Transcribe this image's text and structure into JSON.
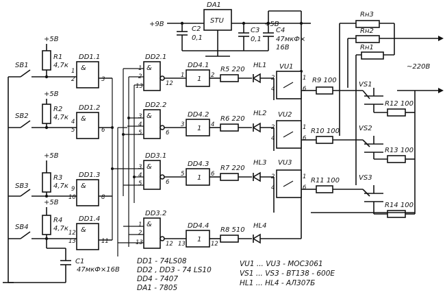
{
  "regulator": {
    "ref": "DA1",
    "type": "STU",
    "vin": "+9B",
    "vout": "+5B"
  },
  "caps": {
    "c1": {
      "ref": "C1",
      "value": "47мкФ×16В"
    },
    "c2": {
      "ref": "C2",
      "value": "0,1"
    },
    "c3": {
      "ref": "C3",
      "value": "0,1"
    },
    "c4": {
      "ref": "C4",
      "value1": "47мкФ×",
      "value2": "16В"
    }
  },
  "supply": "+5B",
  "switches": [
    "SB1",
    "SB2",
    "SB3",
    "SB4"
  ],
  "pullups": [
    {
      "ref": "R1",
      "value": "4,7к"
    },
    {
      "ref": "R2",
      "value": "4,7к"
    },
    {
      "ref": "R3",
      "value": "4,7к"
    },
    {
      "ref": "R4",
      "value": "4,7к"
    }
  ],
  "dd1": [
    {
      "ref": "DD1.1",
      "sym": "&",
      "pins": [
        "1",
        "2",
        "3"
      ]
    },
    {
      "ref": "DD1.2",
      "sym": "&",
      "pins": [
        "4",
        "5",
        "6"
      ]
    },
    {
      "ref": "DD1.3",
      "sym": "&",
      "pins": [
        "9",
        "10",
        "8"
      ]
    },
    {
      "ref": "DD1.4",
      "sym": "&",
      "pins": [
        "12",
        "13",
        "11"
      ]
    }
  ],
  "dd2": [
    {
      "ref": "DD2.1",
      "sym": "&",
      "pins": [
        "1",
        "2",
        "13",
        "12"
      ]
    },
    {
      "ref": "DD2.2",
      "sym": "&",
      "pins": [
        "3",
        "4",
        "5",
        "6"
      ]
    },
    {
      "ref": "DD3.1",
      "sym": "&",
      "pins": [
        "3",
        "4",
        "5",
        "6"
      ]
    },
    {
      "ref": "DD3.2",
      "sym": "&",
      "pins": [
        "1",
        "2",
        "13",
        "12"
      ]
    }
  ],
  "dd4": [
    {
      "ref": "DD4.1",
      "sym": "1",
      "pins": [
        "1",
        "2"
      ]
    },
    {
      "ref": "DD4.2",
      "sym": "1",
      "pins": [
        "3",
        "4"
      ]
    },
    {
      "ref": "DD4.3",
      "sym": "1",
      "pins": [
        "5",
        "6"
      ]
    },
    {
      "ref": "DD4.4",
      "sym": "1",
      "pins": [
        "13",
        "12"
      ]
    }
  ],
  "series_resistors": [
    "R5 220",
    "R6 220",
    "R7 220",
    "R8 510"
  ],
  "leds": [
    "HL1",
    "HL2",
    "HL3",
    "HL4"
  ],
  "optos": [
    {
      "ref": "VU1",
      "pins": [
        "2",
        "4",
        "1",
        "6"
      ]
    },
    {
      "ref": "VU2",
      "pins": [
        "2",
        "4",
        "1",
        "6"
      ]
    },
    {
      "ref": "VU3",
      "pins": [
        "2",
        "4",
        "1",
        "6"
      ]
    }
  ],
  "gate_resistors": [
    "R9 100",
    "R10 100",
    "R11 100"
  ],
  "triacs": [
    "VS1",
    "VS2",
    "VS3"
  ],
  "snubbers": [
    "R12 100",
    "R13 100",
    "R14 100"
  ],
  "loads": [
    "Rн3",
    "Rн2",
    "Rн1"
  ],
  "mains": "~220В",
  "legend_left": [
    "DD1 - 74LS08",
    "DD2 , DD3 - 74 LS10",
    "DD4 - 7407",
    "DA1 - 7805"
  ],
  "legend_right": [
    "VU1 ... VU3 - MOC3061",
    "VS1 ... VS3 - BT138 - 600E",
    "HL1 ... HL4 - АЛ307Б"
  ]
}
